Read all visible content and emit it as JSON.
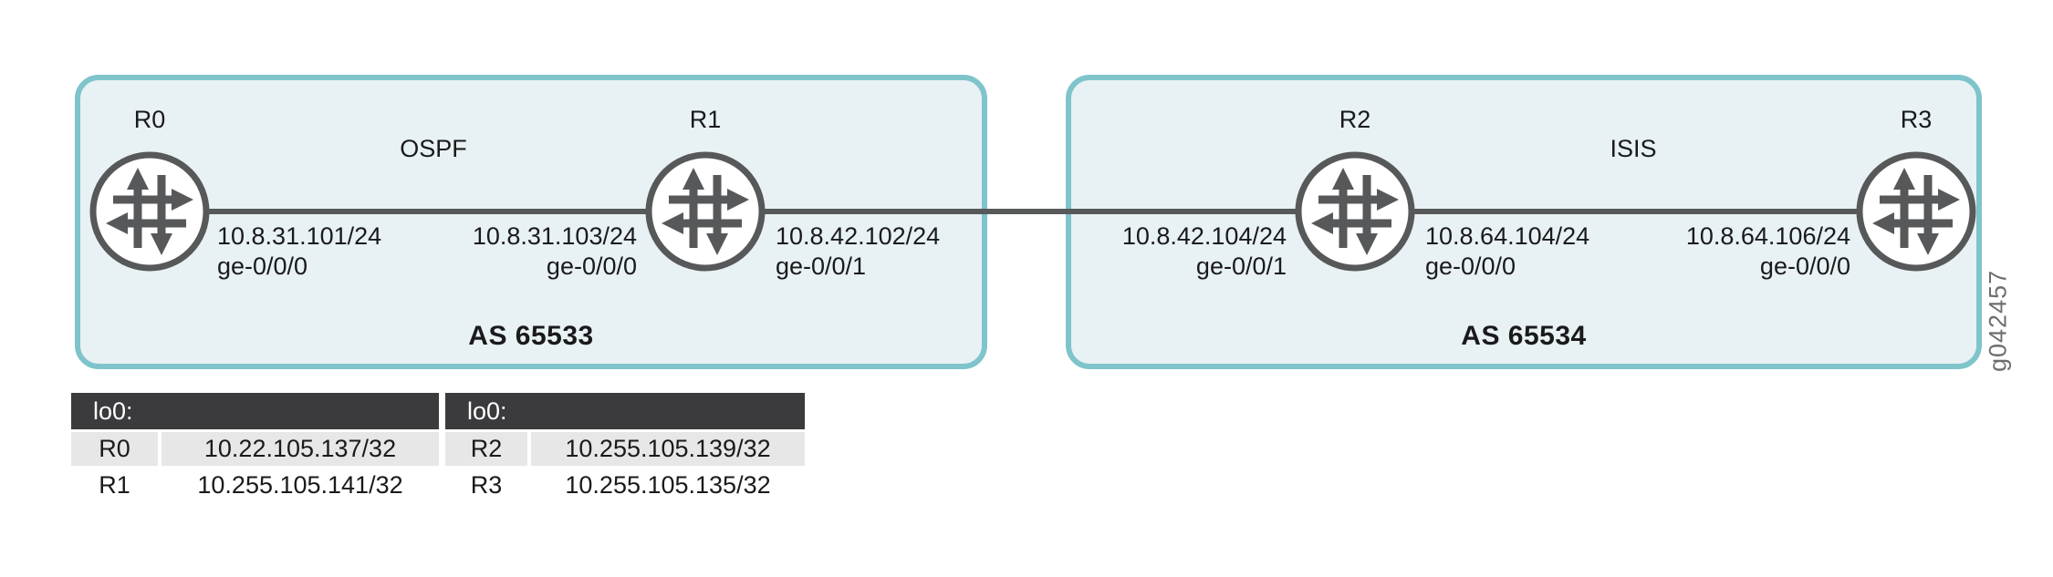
{
  "figure_id": "g042457",
  "protocols": {
    "left": "OSPF",
    "right": "ISIS"
  },
  "as_labels": {
    "left": "AS 65533",
    "right": "AS 65534"
  },
  "routers": [
    {
      "name": "R0"
    },
    {
      "name": "R1"
    },
    {
      "name": "R2"
    },
    {
      "name": "R3"
    }
  ],
  "interfaces": [
    {
      "ip": "10.8.31.101/24",
      "port": "ge-0/0/0"
    },
    {
      "ip": "10.8.31.103/24",
      "port": "ge-0/0/0"
    },
    {
      "ip": "10.8.42.102/24",
      "port": "ge-0/0/1"
    },
    {
      "ip": "10.8.42.104/24",
      "port": "ge-0/0/1"
    },
    {
      "ip": "10.8.64.104/24",
      "port": "ge-0/0/0"
    },
    {
      "ip": "10.8.64.106/24",
      "port": "ge-0/0/0"
    }
  ],
  "loopback_tables": [
    {
      "header": "lo0:",
      "rows": [
        {
          "router": "R0",
          "address": "10.22.105.137/32"
        },
        {
          "router": "R1",
          "address": "10.255.105.141/32"
        }
      ]
    },
    {
      "header": "lo0:",
      "rows": [
        {
          "router": "R2",
          "address": "10.255.105.139/32"
        },
        {
          "router": "R3",
          "address": "10.255.105.135/32"
        }
      ]
    }
  ],
  "colors": {
    "box_fill": "#e8f1f3",
    "box_border_teal": "#7fc4cb",
    "icon_gray": "#57585a",
    "table_header_bg": "#3b3b3d",
    "table_alt_row_bg": "#e7e7e7",
    "figure_id_gray": "#6d6e71"
  },
  "icons": {
    "router": "juniper-router-crossed-arrows-circle"
  }
}
